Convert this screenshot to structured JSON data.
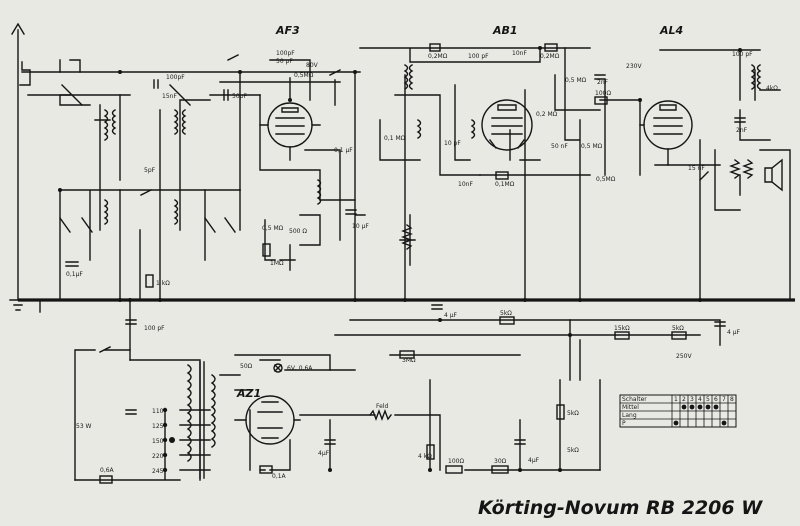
{
  "title": "Körting-Novum RB 2206 W",
  "tubes": [
    "AF3",
    "AB1",
    "AL4",
    "AZ1"
  ],
  "component_labels": [
    {
      "id": "c-100pf-1",
      "text": "100pF"
    },
    {
      "id": "c-50pf-1",
      "text": "50pF"
    },
    {
      "id": "c-15nf-1",
      "text": "15nF"
    },
    {
      "id": "c-5pf",
      "text": "5pF"
    },
    {
      "id": "c-01uf-1",
      "text": "0,1μF"
    },
    {
      "id": "r-1k",
      "text": "1 kΩ"
    },
    {
      "id": "c-100pf-2",
      "text": "100pF"
    },
    {
      "id": "c-50pf-2",
      "text": "50 pF"
    },
    {
      "id": "r-05m-1",
      "text": "0,5MΩ"
    },
    {
      "id": "v-80",
      "text": "80V"
    },
    {
      "id": "c-01uf-2",
      "text": "0,1 μF"
    },
    {
      "id": "r-05m-2",
      "text": "0,5 MΩ"
    },
    {
      "id": "r-1m-1",
      "text": "1MΩ"
    },
    {
      "id": "r-500",
      "text": "500 Ω"
    },
    {
      "id": "c-10uf-1",
      "text": "10 μF"
    },
    {
      "id": "r-02m-1",
      "text": "0,2MΩ"
    },
    {
      "id": "c-100pf-3",
      "text": "100 pF"
    },
    {
      "id": "c-10nf-1",
      "text": "10nF"
    },
    {
      "id": "r-02m-2",
      "text": "0,2MΩ"
    },
    {
      "id": "r-1m-2",
      "text": "0,1 MΩ"
    },
    {
      "id": "c-10pf",
      "text": "10 pF"
    },
    {
      "id": "r-02m-3",
      "text": "0,2 MΩ"
    },
    {
      "id": "c-10nf-2",
      "text": "10nF"
    },
    {
      "id": "r-01m",
      "text": "0,1MΩ"
    },
    {
      "id": "c-50nf",
      "text": "50 nF"
    },
    {
      "id": "r-05m-3",
      "text": "0,5 MΩ"
    },
    {
      "id": "r-05m-4",
      "text": "0,5MΩ"
    },
    {
      "id": "r-05m-5",
      "text": "0,5 MΩ"
    },
    {
      "id": "c-2nf-1",
      "text": "2nF"
    },
    {
      "id": "r-100",
      "text": "100Ω"
    },
    {
      "id": "v-230",
      "text": "230V"
    },
    {
      "id": "c-100pf-4",
      "text": "100 pF"
    },
    {
      "id": "r-4k",
      "text": "4kΩ"
    },
    {
      "id": "c-2nf-2",
      "text": "2nF"
    },
    {
      "id": "c-15nf-2",
      "text": "15 nF"
    },
    {
      "id": "c-4uf-1",
      "text": "4 μF"
    },
    {
      "id": "r-5k-1",
      "text": "5kΩ"
    },
    {
      "id": "r-15k",
      "text": "15kΩ"
    },
    {
      "id": "r-5k-2",
      "text": "5kΩ"
    },
    {
      "id": "c-4uf-2",
      "text": "4 μF"
    },
    {
      "id": "v-250",
      "text": "250V"
    },
    {
      "id": "c-100pf-5",
      "text": "100 pF"
    },
    {
      "id": "r-50",
      "text": "50Ω"
    },
    {
      "id": "lamp",
      "text": "6V, 0,6A"
    },
    {
      "id": "r-3m",
      "text": "3MΩ"
    },
    {
      "id": "pw",
      "text": "53 W"
    },
    {
      "id": "t-110",
      "text": "110"
    },
    {
      "id": "t-125",
      "text": "125"
    },
    {
      "id": "t-150",
      "text": "150"
    },
    {
      "id": "t-220",
      "text": "220"
    },
    {
      "id": "t-245",
      "text": "245"
    },
    {
      "id": "f-06",
      "text": "0,6A"
    },
    {
      "id": "f-01",
      "text": "0,1A"
    },
    {
      "id": "feld",
      "text": "Feld"
    },
    {
      "id": "c-4uf-3",
      "text": "4μF"
    },
    {
      "id": "r-4k-2",
      "text": "4 kΩ"
    },
    {
      "id": "r-100-2",
      "text": "100Ω"
    },
    {
      "id": "r-30",
      "text": "30Ω"
    },
    {
      "id": "c-4uf-4",
      "text": "4μF"
    },
    {
      "id": "r-5k-3",
      "text": "5kΩ"
    },
    {
      "id": "r-5k-4",
      "text": "5kΩ"
    }
  ],
  "switch_table": {
    "header": "Schalter",
    "columns": [
      "1",
      "2",
      "3",
      "4",
      "5",
      "6",
      "7",
      "8"
    ],
    "rows": [
      {
        "label": "Mittel",
        "marks": [
          0,
          1,
          1,
          1,
          1,
          1,
          0,
          0
        ]
      },
      {
        "label": "Lang",
        "marks": [
          0,
          0,
          0,
          0,
          0,
          0,
          0,
          0
        ]
      },
      {
        "label": "P",
        "marks": [
          1,
          0,
          0,
          0,
          0,
          0,
          1,
          0
        ]
      }
    ]
  }
}
